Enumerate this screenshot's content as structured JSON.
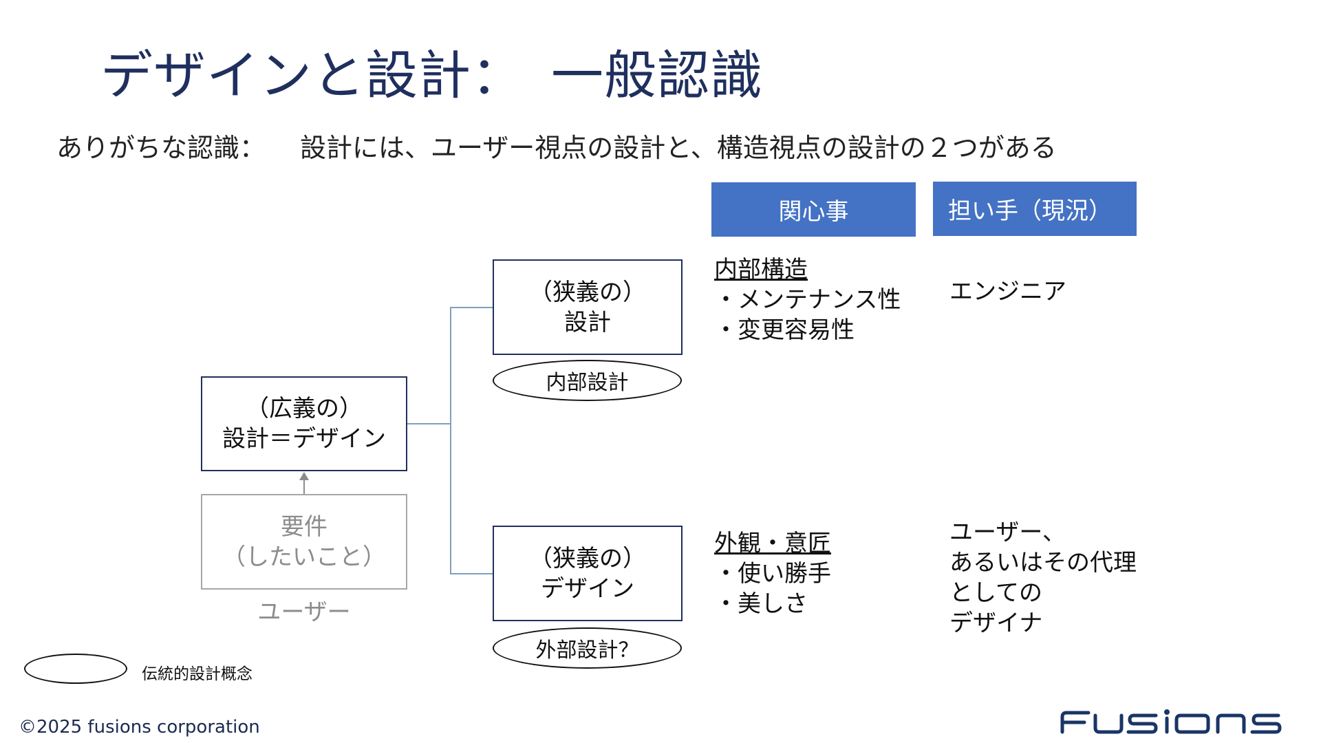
{
  "title": "デザインと設計：　一般認識",
  "subtitle": {
    "label": "ありがちな認識：",
    "text": "設計には、ユーザー視点の設計と、構造視点の設計の２つがある"
  },
  "table_headers": {
    "concern": "関心事",
    "owner": "担い手（現況）"
  },
  "boxes": {
    "broad": {
      "line1": "（広義の）",
      "line2": "設計＝デザイン"
    },
    "requirement": {
      "line1": "要件",
      "line2": "（したいこと）"
    },
    "narrow_design_top": {
      "line1": "（狭義の）",
      "line2": "設計"
    },
    "narrow_design_bottom": {
      "line1": "（狭義の）",
      "line2": "デザイン"
    }
  },
  "ovals": {
    "internal": "内部設計",
    "external": "外部設計？"
  },
  "user_label": "ユーザー",
  "concerns": {
    "top": {
      "heading": "内部構造",
      "items": [
        "・メンテナンス性",
        "・変更容易性"
      ]
    },
    "bottom": {
      "heading": "外観・意匠",
      "items": [
        "・使い勝手",
        "・美しさ"
      ]
    }
  },
  "owners": {
    "top": [
      "エンジニア"
    ],
    "bottom": [
      "ユーザー、",
      "あるいはその代理",
      "としての",
      "デザイナ"
    ]
  },
  "legend": {
    "label": "伝統的設計概念"
  },
  "footer": {
    "copyright": "©2025 fusions corporation",
    "logo_text": "fusions"
  },
  "colors": {
    "title": "#1f2f5e",
    "header_bg": "#4472c4",
    "box_border": "#1f2f5e",
    "connector": "#7f9fbf",
    "muted": "#8c8c8c"
  }
}
